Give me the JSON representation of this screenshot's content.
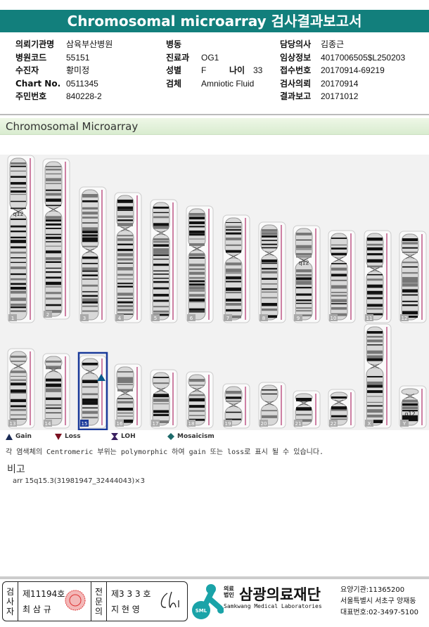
{
  "title": "Chromosomal microarray 검사결과보고서",
  "info": {
    "col1": [
      {
        "label": "의뢰기관명",
        "value": "삼육부산병원"
      },
      {
        "label": "병원코드",
        "value": "55151"
      },
      {
        "label": "수진자",
        "value": "황미정"
      },
      {
        "label": "Chart No.",
        "value": "0511345"
      },
      {
        "label": "주민번호",
        "value": "840228-2"
      }
    ],
    "col2": [
      {
        "label": "병동",
        "value": ""
      },
      {
        "label": "진료과",
        "value": "OG1"
      },
      {
        "label": "성별",
        "value": "F"
      },
      {
        "label": "검체",
        "value": "Amniotic Fluid"
      }
    ],
    "age": {
      "label": "나이",
      "value": "33"
    },
    "col3": [
      {
        "label": "담당의사",
        "value": "김종근"
      },
      {
        "label": "임상정보",
        "value": "4017006505$L250203"
      },
      {
        "label": "접수번호",
        "value": "20170914-69219"
      },
      {
        "label": "검사의뢰",
        "value": "20170914"
      },
      {
        "label": "결과보고",
        "value": "20171012"
      }
    ]
  },
  "section_title": "Chromosomal Microarray",
  "chromosomes": [
    "1",
    "2",
    "3",
    "4",
    "5",
    "6",
    "7",
    "8",
    "9",
    "10",
    "11",
    "12",
    "13",
    "14",
    "15",
    "16",
    "17",
    "18",
    "19",
    "20",
    "21",
    "22",
    "X",
    "Y"
  ],
  "band_labels": {
    "1": "q12",
    "9": "q12",
    "Y": "q12"
  },
  "highlighted": "15",
  "legend": [
    "Gain",
    "Loss",
    "LOH",
    "Mosaicism"
  ],
  "note": "각 염색체의 Centromeric 부위는 polymorphic 하여 gain 또는 loss로 표시 될 수 있습니다.",
  "remarks_title": "비고",
  "remarks": "arr 15q15.3(31981947_32444043)×3",
  "footer": {
    "examiner_label": "검사자",
    "examiner_no": "제11194호",
    "examiner_name": "최 삼 규",
    "specialist_label": "전문의",
    "specialist_no": "제3 3 3 호",
    "specialist_name": "지 현 영",
    "org_type": "의료법인",
    "org_name": "삼광의료재단",
    "org_en": "Samkwang Medical Laboratories",
    "logo_text": "SML",
    "inst_code": "요양기관:11365200",
    "address": "서울특별시 서초구 양재동",
    "phone": "대표번호:02-3497-5100"
  },
  "colors": {
    "accent": "#127f7c",
    "highlight": "#1a3a9a"
  }
}
